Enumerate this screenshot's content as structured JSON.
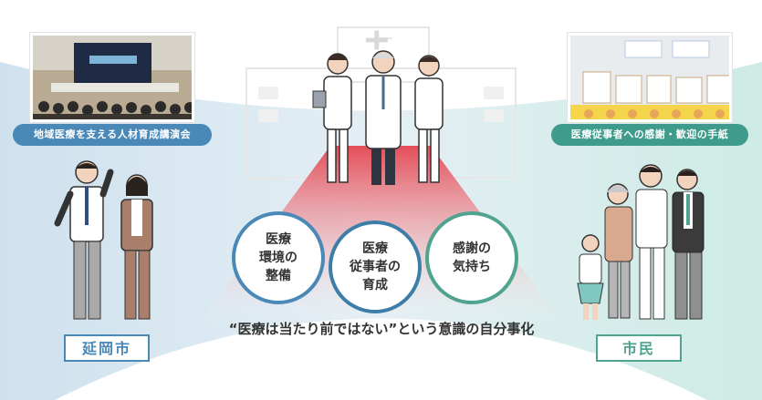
{
  "left_event_label": "地域医療を支える人材育成講演会",
  "right_event_label": "医療従事者への感謝・歓迎の手紙",
  "circles": [
    {
      "text": "医療\n環境の\n整備"
    },
    {
      "text": "医療\n従事者の\n育成"
    },
    {
      "text": "感謝の\n気持ち"
    }
  ],
  "slogan": "“医療は当たり前ではない”という意識の自分事化",
  "left_tag": "延岡市",
  "right_tag": "市民",
  "colors": {
    "blue_band": "#dbe9f1",
    "teal_band": "#d8eeea",
    "red_fan": "#e43b47",
    "left_pill": "#4a88b7",
    "right_pill": "#3f9c8c",
    "circle1": "#4a88b7",
    "circle2": "#3c7ea7",
    "circle3": "#4fa38f",
    "tag_blue": "#4a88b7",
    "tag_teal": "#4fa38f"
  }
}
